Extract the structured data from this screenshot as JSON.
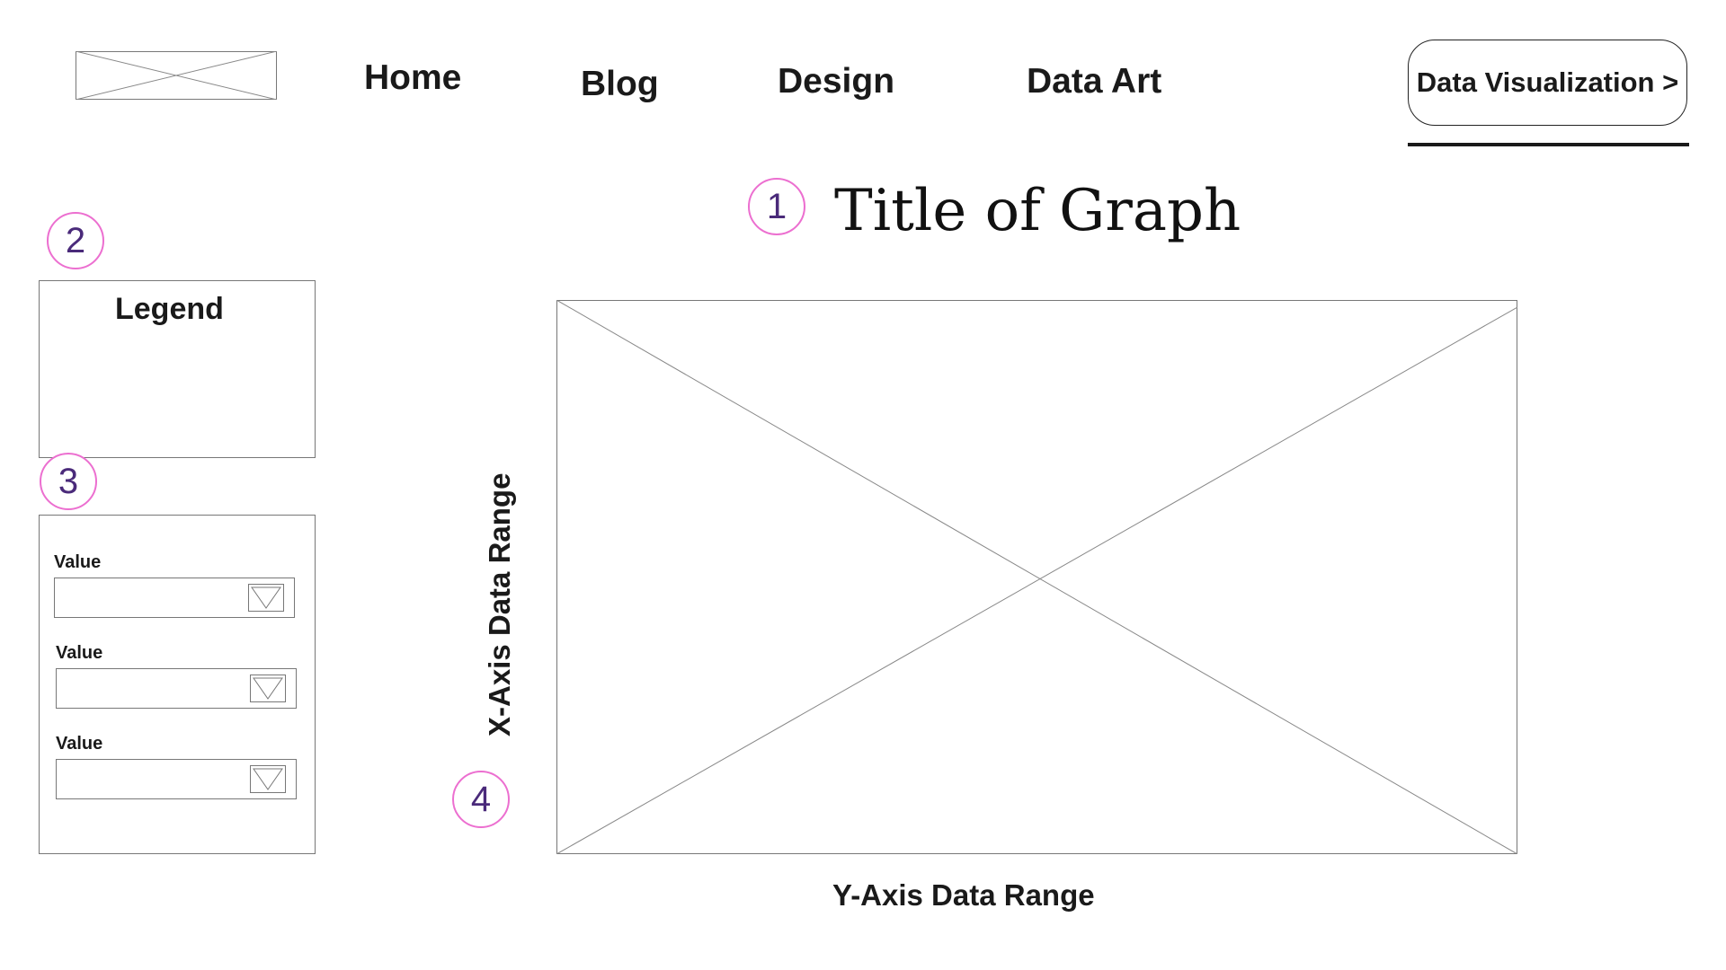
{
  "nav": {
    "logo_icon": "image-placeholder-icon",
    "links": [
      "Home",
      "Blog",
      "Design",
      "Data Art"
    ],
    "cta_label": "Data Visualization >"
  },
  "markers": [
    "1",
    "2",
    "3",
    "4"
  ],
  "graph": {
    "title": "Title of Graph",
    "chart_icon": "image-placeholder-icon",
    "x_axis_label": "X-Axis Data Range",
    "y_axis_label": "Y-Axis Data Range"
  },
  "legend": {
    "title": "Legend"
  },
  "filters": [
    {
      "label": "Value",
      "value": ""
    },
    {
      "label": "Value",
      "value": ""
    },
    {
      "label": "Value",
      "value": ""
    }
  ],
  "colors": {
    "marker_border": "#ec6fd0",
    "marker_text": "#4a2a7a",
    "wire_line": "#777777"
  }
}
